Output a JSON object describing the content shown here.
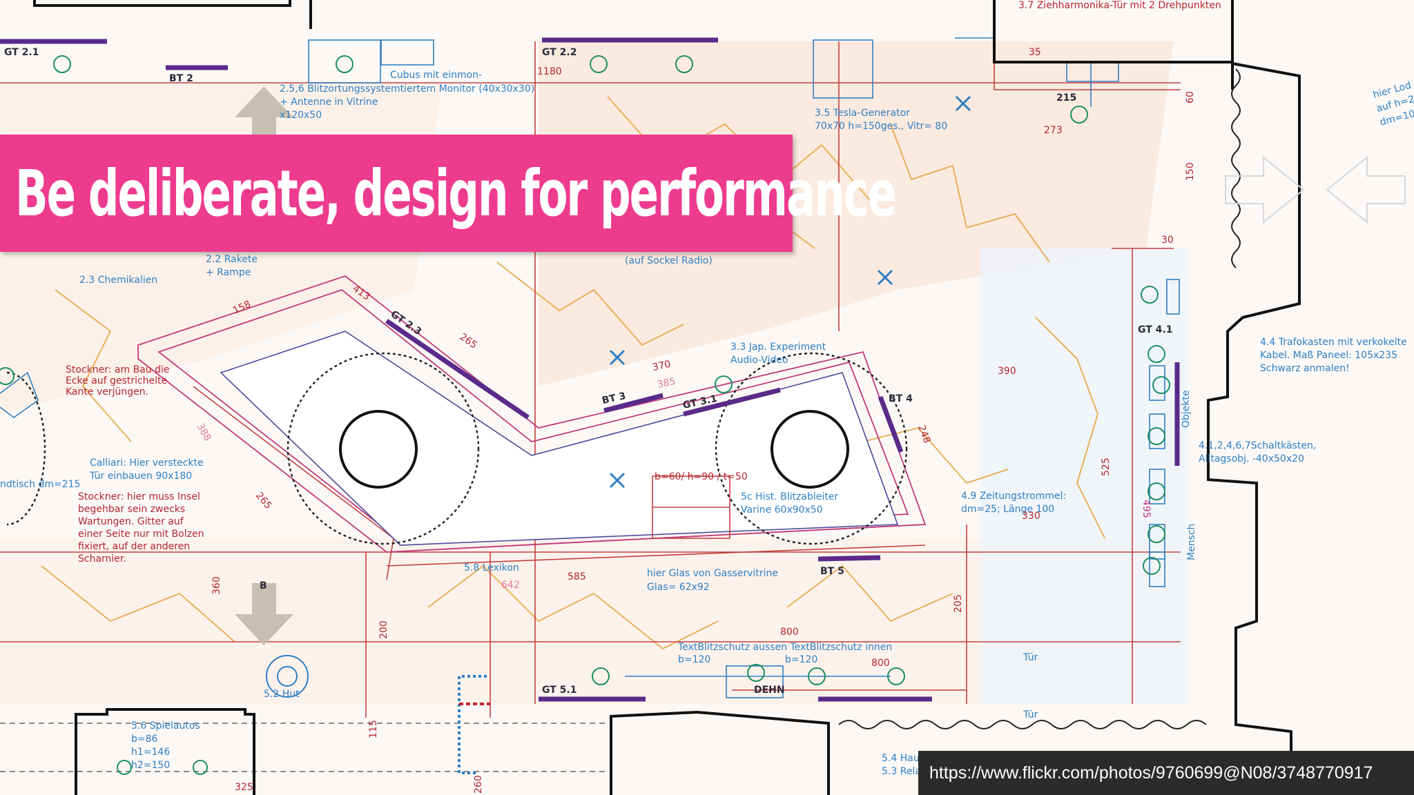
{
  "slide": {
    "title": "Be deliberate, design for performance",
    "credit": "https://www.flickr.com/photos/9760699@N08/3748770917"
  },
  "plan_labels": {
    "gt21": "GT 2.1",
    "bt2": "BT 2",
    "gt22": "GT 2.2",
    "cubus": "Cubus mit einmon-",
    "n1180": "1180",
    "blitz_monitor_1": "2.5,6 Blitzortungssystemtiertem Monitor (40x30x30)",
    "blitz_monitor_2": "+ Antenne in Vitrine",
    "blitz_monitor_3": "x120x50",
    "tesla_1": "3.5 Tesla-Generator",
    "tesla_2": "70x70 h=150ges., Vitr= 80",
    "ziehharmonika": "3.7 Ziehharmonika-Tür mit 2 Drehpunkten",
    "n35": "35",
    "n215": "215",
    "n273": "273",
    "n60": "60",
    "n150": "150",
    "hier_lod_1": "hier Lod",
    "hier_lod_2": "auf h=2",
    "hier_lod_3": "dm=10",
    "rakete_1": "2.2 Rakete",
    "rakete_2": "+ Rampe",
    "chemikalien": "2.3 Chemikalien",
    "sockel": "(auf Sockel Radio)",
    "n30": "30",
    "gt41": "GT 4.1",
    "trafo_1": "4.4 Trafokasten mit verkokelte",
    "trafo_2": "Kabel. Maß Paneel: 105x235",
    "trafo_3": "Schwarz anmalen!",
    "n158": "158",
    "n413": "413",
    "gt23": "GT 2.3",
    "n265a": "265",
    "jap_1": "3.3 Jap. Experiment",
    "jap_2": "Audio-Video",
    "n370": "370",
    "n385": "385",
    "n390": "390",
    "bt3": "BT 3",
    "gt31": "GT 3.1",
    "bt4": "BT 4",
    "n248": "248",
    "objekte": "Objekte",
    "schaltkasten_1": "4.1,2,4,6,7Schaltkästen,",
    "schaltkasten_2": "Alltagsobj. -40x50x20",
    "stockner1_1": "Stockner: am Bau die",
    "stockner1_2": "Ecke auf gestrichelte",
    "stockner1_3": "Kante verjüngen.",
    "n388": "388",
    "calliari_1": "Calliari: Hier versteckte",
    "calliari_2": "Tür einbauen 90x180",
    "tisch": "ndtisch dm=215",
    "stockner2_1": "Stockner: hier muss Insel",
    "stockner2_2": "begehbar sein zwecks",
    "stockner2_3": "Wartungen. Gitter auf",
    "stockner2_4": "einer Seite nur mit Bolzen",
    "stockner2_5": "fixiert, auf der anderen",
    "stockner2_6": "Scharnier.",
    "n265b": "265",
    "bh": "b=60/ h=90 / t=50",
    "blitzableiter_1": "5c Hist. Blitzableiter",
    "blitzableiter_2": "Varine 60x90x50",
    "zeitung_1": "4.9 Zeitungstrommel:",
    "zeitung_2": "dm=25; Länge 100",
    "n330": "330",
    "n525": "525",
    "n495": "495",
    "mensch": "Mensch",
    "b_marker": "B",
    "n360": "360",
    "lexikon": "5.8 Lexikon",
    "n585": "585",
    "n642": "642",
    "gasser_1": "hier Glas von Gasservitrine",
    "gasser_2": "Glas= 62x92",
    "bt5": "BT 5",
    "n205": "205",
    "n200": "200",
    "n800a": "800",
    "textblitz": "TextBlitzschutz aussen TextBlitzschutz innen",
    "b120a": "b=120",
    "b120b": "b=120",
    "n800b": "800",
    "tuer1": "Tür",
    "hut": "5.2 Hut",
    "gt51": "GT 5.1",
    "dehn": "DEHN",
    "tuer2": "Tür",
    "spielautos_1": "5.6 Spielautos",
    "spielautos_2": "b=86",
    "spielautos_3": "h1=146",
    "spielautos_4": "h2=150",
    "n115": "115",
    "n325": "325",
    "n260": "260",
    "hau": "5.4 Hau",
    "rela": "5.3 Rela"
  },
  "colors": {
    "banner": "#ed3b8e",
    "banner_text": "#ffffff",
    "credit_bg": "#2b2b2b",
    "plan_blue": "#2f7fc3",
    "plan_red": "#b3262f",
    "plan_purple": "#5a2a8a",
    "plan_orange": "#e7a94b"
  }
}
